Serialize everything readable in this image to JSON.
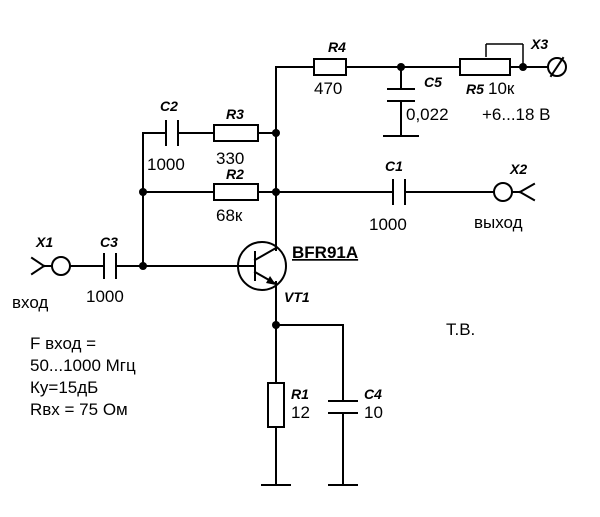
{
  "components": {
    "X1": {
      "ref": "X1",
      "label": "вход"
    },
    "X2": {
      "ref": "X2",
      "label": "выход"
    },
    "X3": {
      "ref": "X3"
    },
    "C1": {
      "ref": "C1",
      "value": "1000"
    },
    "C2": {
      "ref": "C2",
      "value": "1000"
    },
    "C3": {
      "ref": "C3",
      "value": "1000"
    },
    "C4": {
      "ref": "C4",
      "value": "10"
    },
    "C5": {
      "ref": "C5",
      "value": "0,022"
    },
    "R1": {
      "ref": "R1",
      "value": "12"
    },
    "R2": {
      "ref": "R2",
      "value": "68к"
    },
    "R3": {
      "ref": "R3",
      "value": "330"
    },
    "R4": {
      "ref": "R4",
      "value": "470"
    },
    "R5": {
      "ref": "R5",
      "value": "10к"
    },
    "VT1": {
      "ref": "VT1",
      "part": "BFR91A"
    }
  },
  "supply": "+6...18 В",
  "notes": [
    "F вход  =",
    "50...1000 Мгц",
    "Ку=15дБ",
    "Rвх = 75 Ом"
  ],
  "author": "Т.В."
}
